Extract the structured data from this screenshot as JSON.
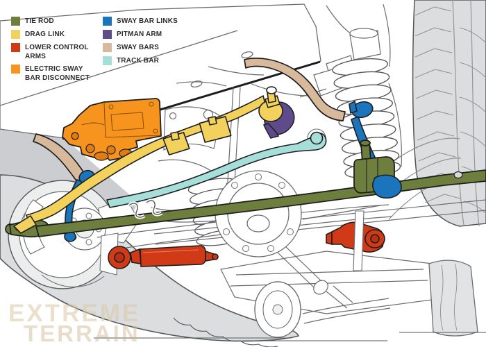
{
  "legend": {
    "columns": [
      {
        "items": [
          {
            "label": "TIE ROD",
            "color": "#6E7F3D"
          },
          {
            "label": "DRAG LINK",
            "color": "#F2D25C"
          },
          {
            "label": "LOWER CONTROL ARMS",
            "color": "#D13A17"
          },
          {
            "label": "ELECTRIC SWAY BAR DISCONNECT",
            "color": "#F7941E"
          }
        ]
      },
      {
        "items": [
          {
            "label": "SWAY BAR LINKS",
            "color": "#1B75BC"
          },
          {
            "label": "PITMAN ARM",
            "color": "#5E4B8B"
          },
          {
            "label": "SWAY BARS",
            "color": "#D9B99C"
          },
          {
            "label": "TRACK BAR",
            "color": "#A6DED9"
          }
        ]
      }
    ]
  },
  "watermark": {
    "line1": "EXTREME",
    "line2": "TERRAIN"
  },
  "diagram": {
    "line_color": "#6a6c6f",
    "outline_color": "#1e1e1e",
    "tire_fill": "#dcdddf",
    "shadow_fill": "#cbcdd0"
  }
}
